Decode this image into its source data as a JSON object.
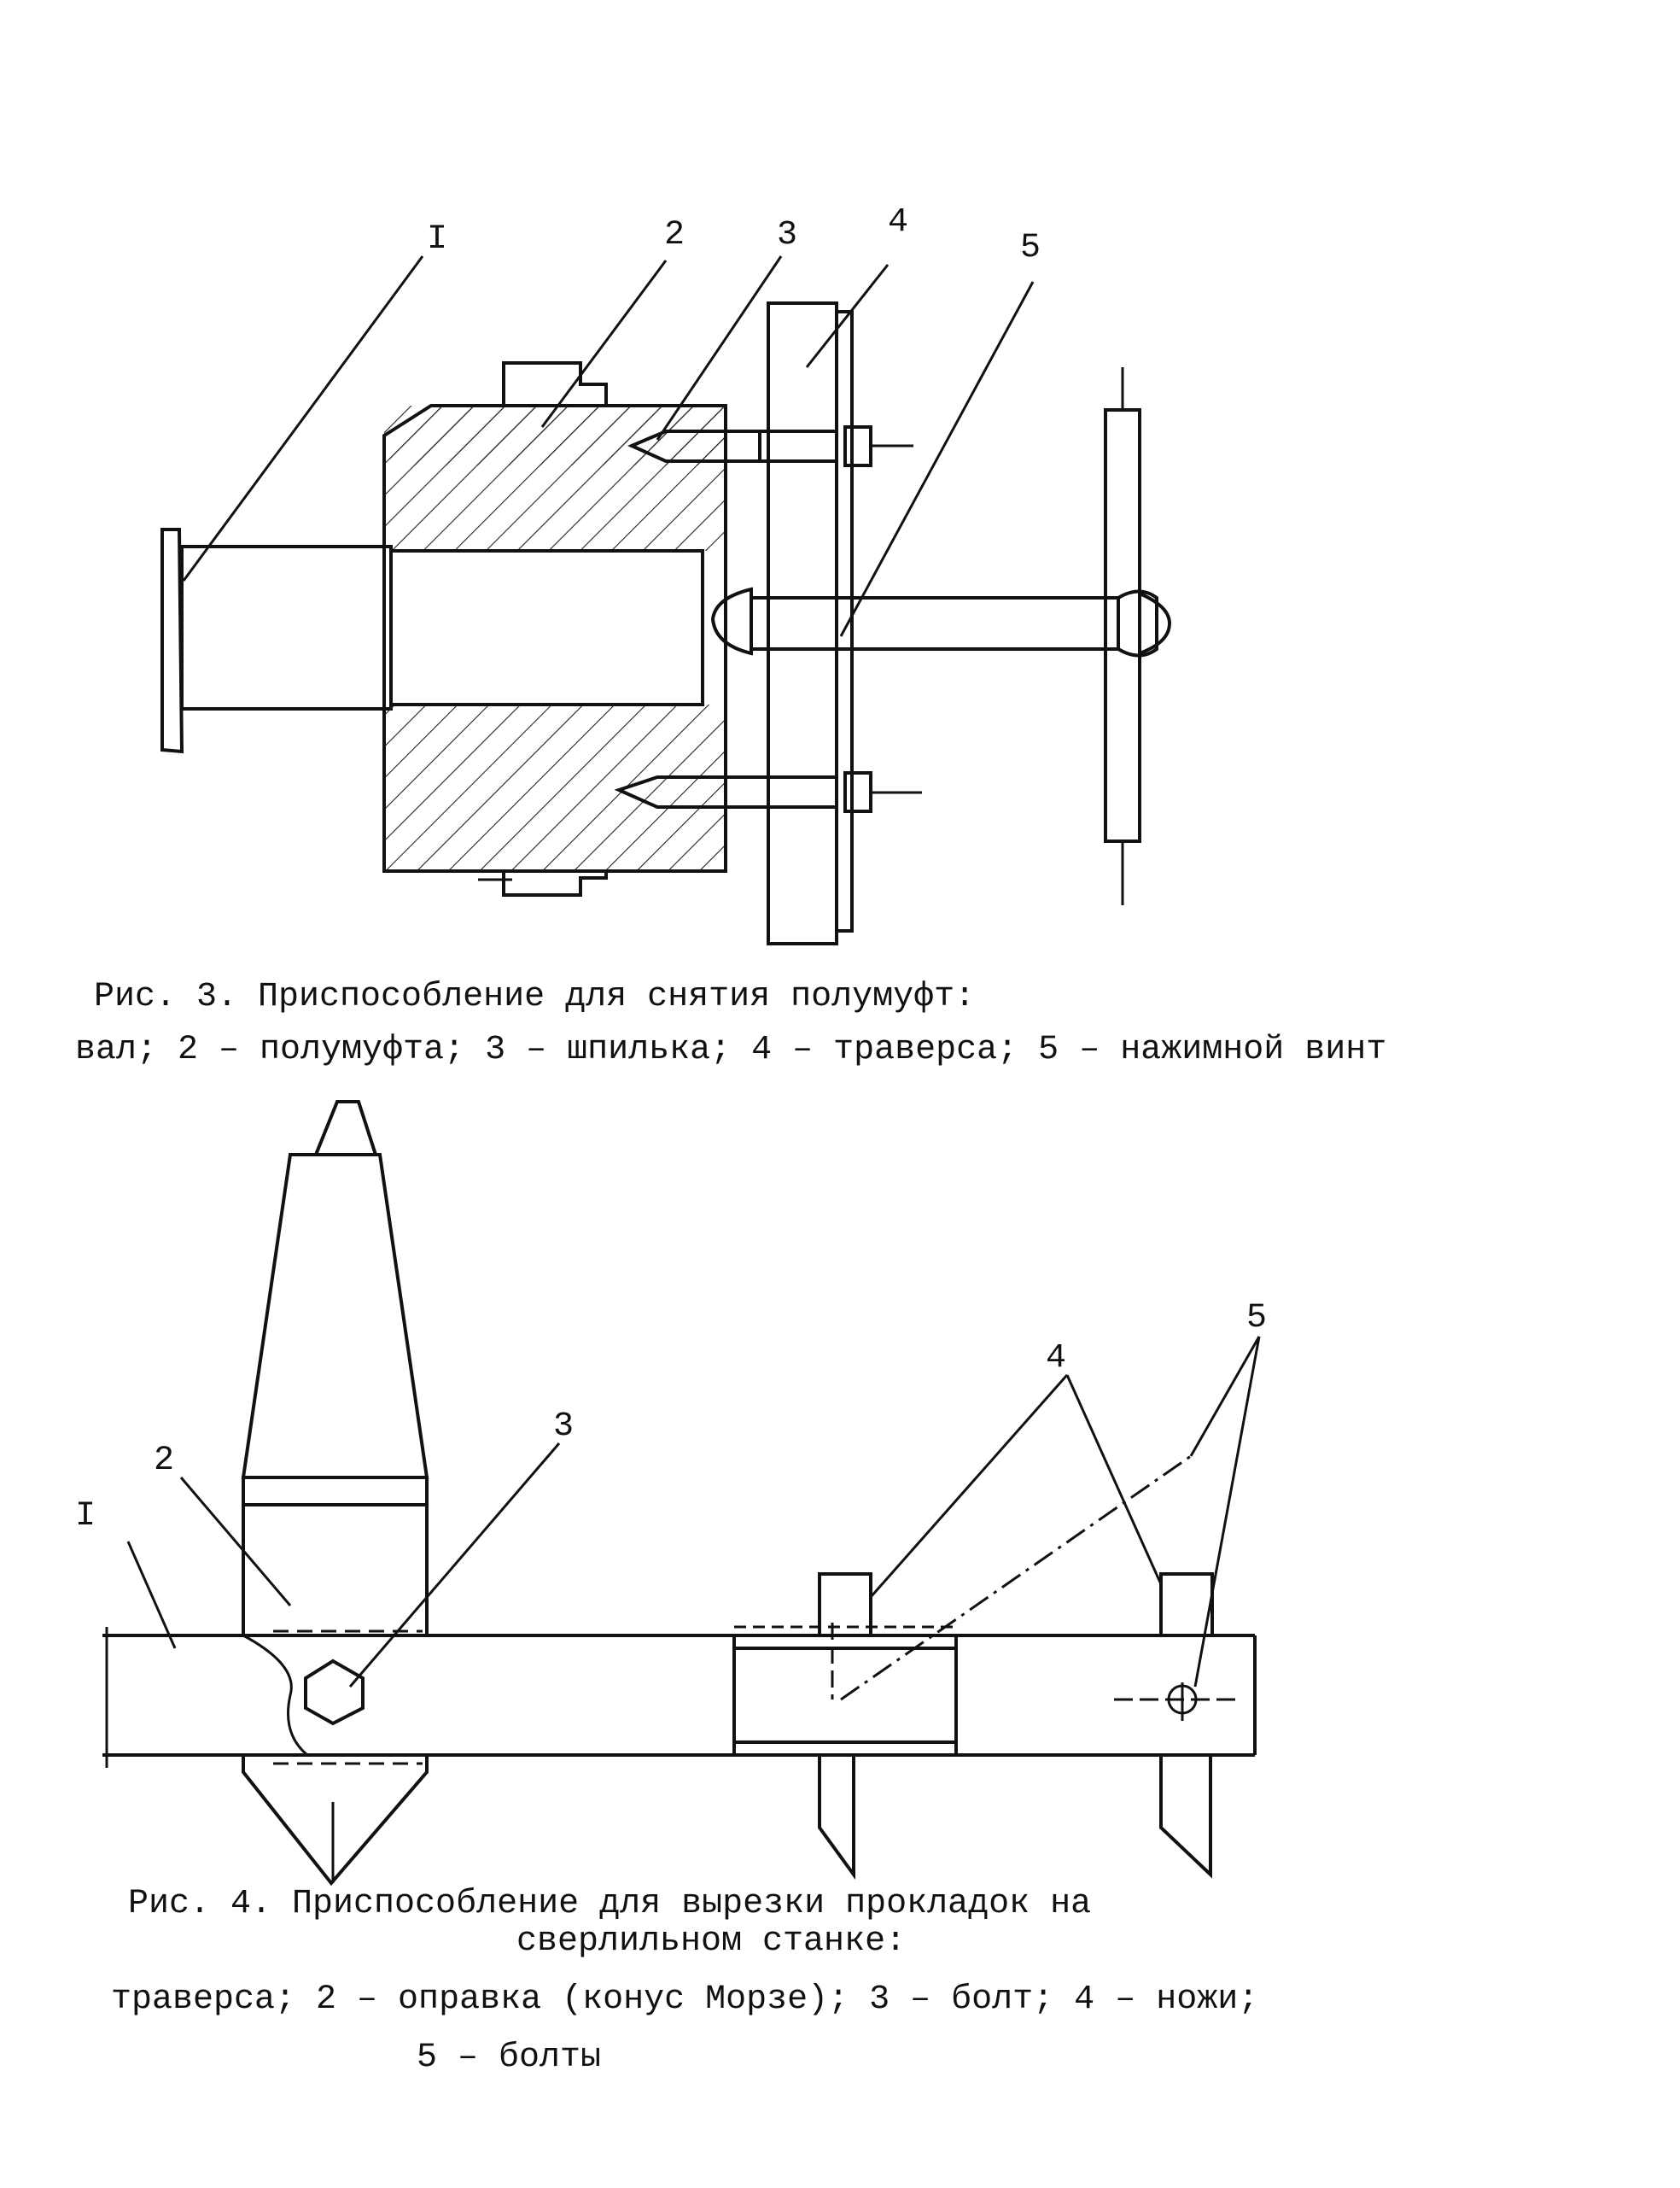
{
  "figure3": {
    "labels": [
      "I",
      "2",
      "3",
      "4",
      "5"
    ],
    "caption_title": "Рис. 3. Приспособление для снятия полумуфт:",
    "caption_legend": "вал; 2 – полумуфта; 3 – шпилька; 4 – траверса; 5 – нажимной винт"
  },
  "figure4": {
    "labels": [
      "I",
      "2",
      "3",
      "4",
      "5"
    ],
    "caption_title_line1": "Рис. 4. Приспособление для вырезки прокладок на",
    "caption_title_line2": "сверлильном станке:",
    "caption_legend_line1": "траверса; 2 – оправка (конус Морзе); 3 – болт; 4 – ножи;",
    "caption_legend_line2": "5 – болты"
  }
}
